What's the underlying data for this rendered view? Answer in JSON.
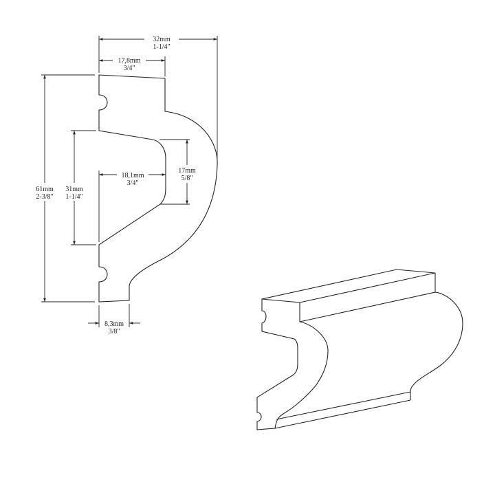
{
  "title": "Molding profile technical drawing",
  "dimensions": {
    "overall_width": {
      "mm": "32mm",
      "inch": "1-1/4\""
    },
    "top_width": {
      "mm": "17,8mm",
      "inch": "3/4\""
    },
    "overall_height": {
      "mm": "61mm",
      "inch": "2-3/8\""
    },
    "recess_height": {
      "mm": "31mm",
      "inch": "1-1/4\""
    },
    "recess_depth": {
      "mm": "18,1mm",
      "inch": "3/4\""
    },
    "recess_flat": {
      "mm": "17mm",
      "inch": "5/8\""
    },
    "bottom_width": {
      "mm": "8,3mm",
      "inch": "3/8\""
    }
  },
  "colors": {
    "line": "#222222",
    "background": "#ffffff"
  }
}
